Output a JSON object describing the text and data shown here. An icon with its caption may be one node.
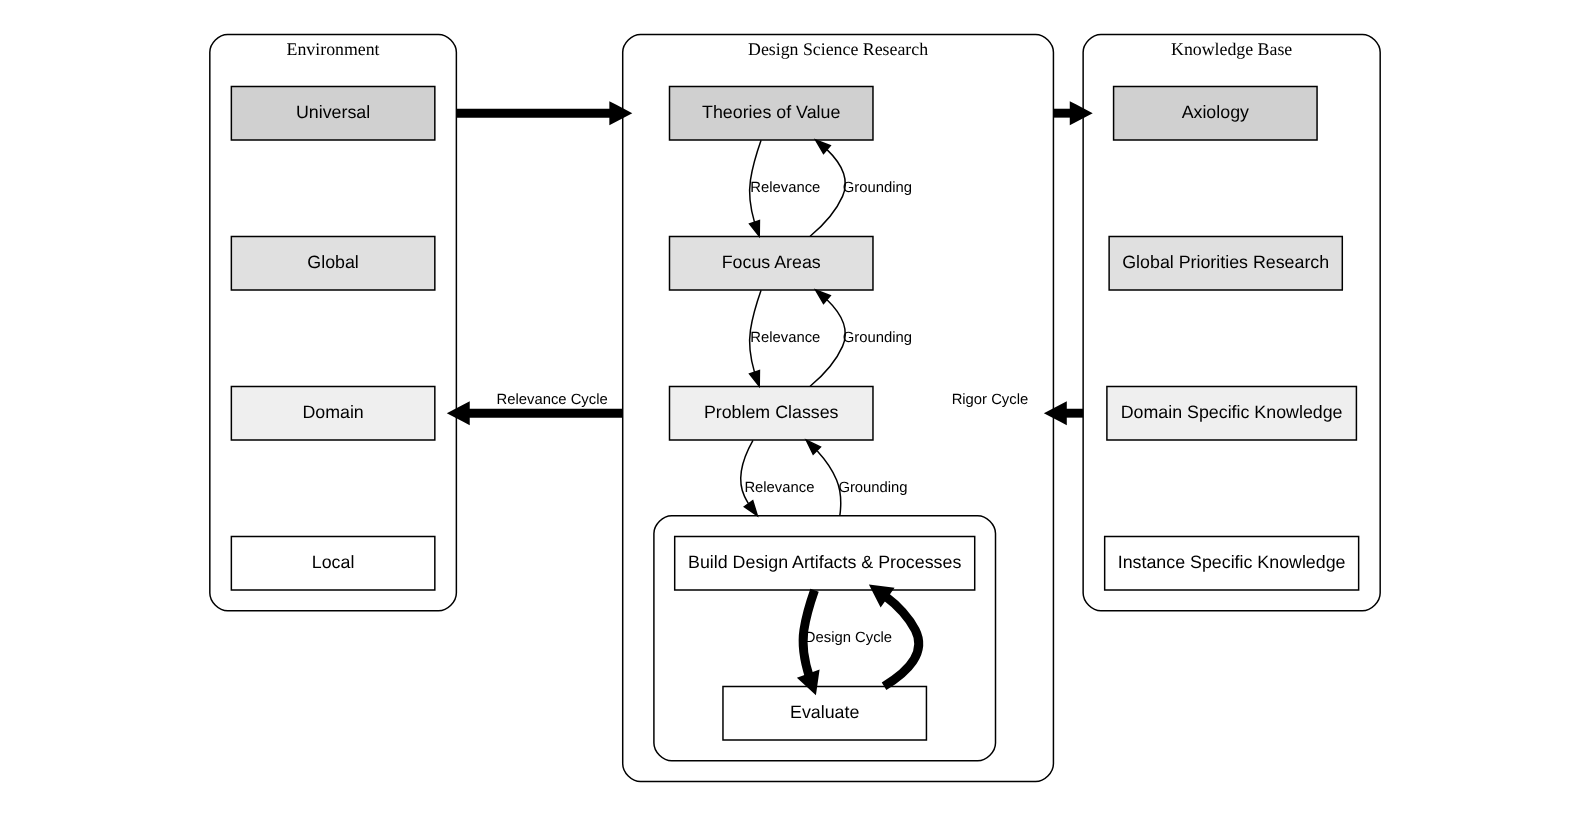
{
  "diagram": {
    "nodes": [
      {
        "text": [
          "Environment"
        ]
      },
      {
        "text": [
          "Universal"
        ],
        "in": 0
      },
      {
        "text": [
          "Global"
        ],
        "in": 0
      },
      {
        "text": [
          "Domain"
        ],
        "in": 0
      },
      {
        "text": [
          "Local"
        ],
        "in": 0
      },
      {
        "text": [
          "Design Science Research"
        ]
      },
      {
        "text": [
          "Theories of Value"
        ],
        "in": 5
      },
      {
        "text": [
          "Focus Areas"
        ],
        "in": 5
      },
      {
        "text": [
          "Problem Classes"
        ],
        "in": 5
      },
      {
        "text": [],
        "shape": "box",
        "in": 5
      },
      {
        "text": [
          "Build Design Artifacts & Processes"
        ],
        "in": 9
      },
      {
        "text": [
          "Evaluate"
        ],
        "in": 9
      },
      {
        "text": [
          "Knowledge Base"
        ]
      },
      {
        "text": [
          "Axiology"
        ],
        "in": 12
      },
      {
        "text": [
          "Global Priorities Research"
        ],
        "in": 12
      },
      {
        "text": [
          "Domain Specific Knowledge"
        ],
        "in": 12
      },
      {
        "text": [
          "Instance Specific Knowledge"
        ],
        "in": 12
      }
    ],
    "edges": [
      {
        "from": 6,
        "to": 7,
        "arrow": "to",
        "label": "Relevance"
      },
      {
        "from": 7,
        "to": 6,
        "arrow": "to",
        "label": "Grounding"
      },
      {
        "from": 7,
        "to": 8,
        "arrow": "to",
        "label": "Relevance"
      },
      {
        "from": 8,
        "to": 7,
        "arrow": "to",
        "label": "Grounding"
      },
      {
        "from": 8,
        "to": 9,
        "arrow": "to",
        "label": "Relevance"
      },
      {
        "from": 9,
        "to": 8,
        "arrow": "to",
        "label": "Grounding"
      },
      {
        "from": 0,
        "to": 5,
        "arrow": "to",
        "style": "thick"
      },
      {
        "from": 5,
        "to": 0,
        "arrow": "to",
        "style": "thick",
        "label": "Relevance Cycle"
      },
      {
        "from": 5,
        "to": 12,
        "arrow": "to",
        "style": "thick"
      },
      {
        "from": 12,
        "to": 5,
        "arrow": "to",
        "style": "thick",
        "label": "Rigor Cycle"
      },
      {
        "from": 10,
        "to": 11,
        "arrow": "to",
        "style": "thick",
        "label": "Design Cycle"
      },
      {
        "from": 11,
        "to": 10,
        "arrow": "to",
        "style": "thick"
      }
    ]
  }
}
